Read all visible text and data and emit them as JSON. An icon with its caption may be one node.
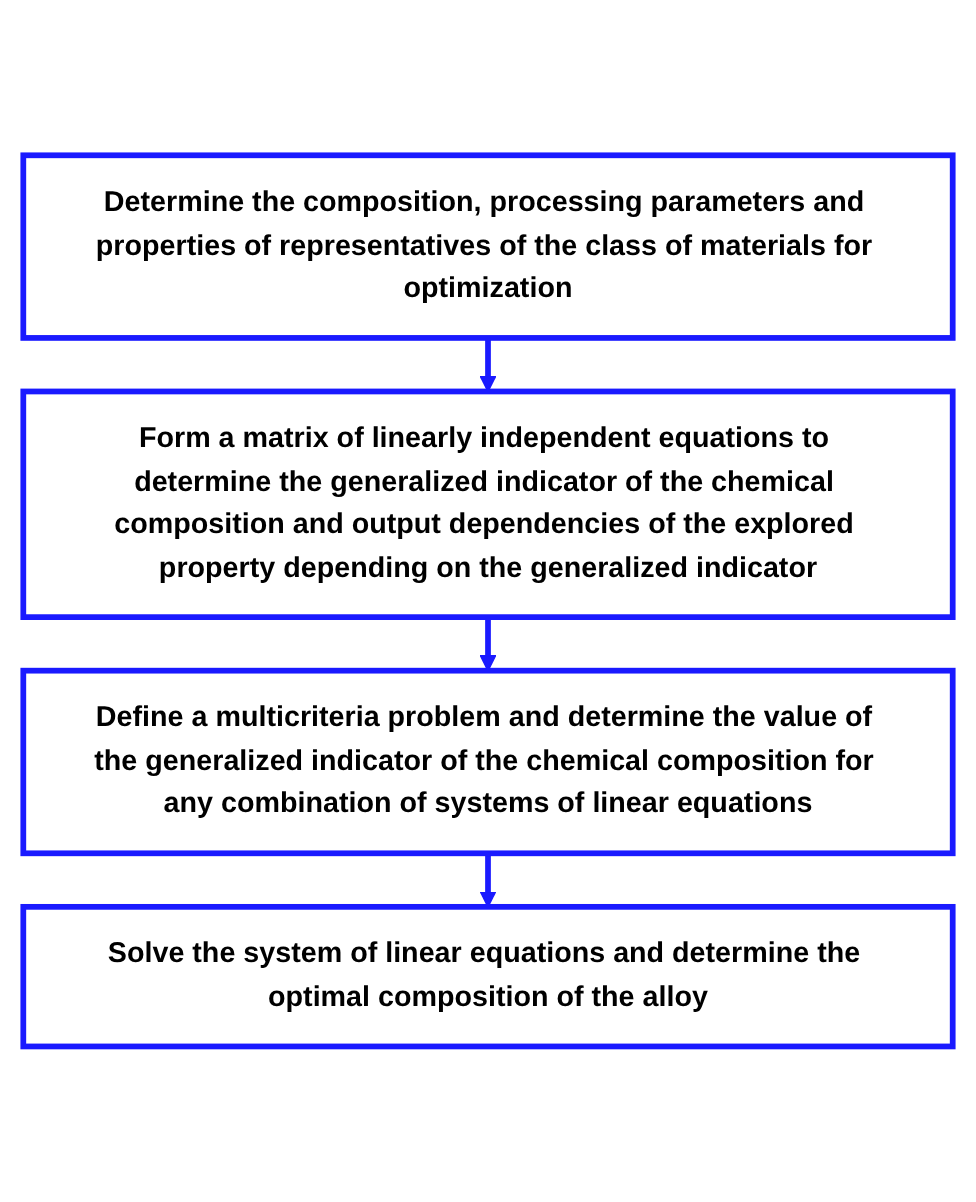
{
  "diagram": {
    "nodes": [
      {
        "text": [
          "Determine the composition, processing parameters and properties of representatives of the class of materials for optimization"
        ]
      },
      {
        "text": [
          "Form a matrix of linearly independent equations to determine the generalized indicator of the chemical composition and output dependencies of the explored property depending on the generalized indicator"
        ]
      },
      {
        "text": [
          "Define a multicriteria problem and determine the value of the generalized indicator of the chemical composition for any combination of systems of linear equations"
        ]
      },
      {
        "text": [
          "Solve the system of linear equations and determine the optimal composition of the alloy"
        ]
      }
    ],
    "edges": [
      {
        "from": 0,
        "to": 1,
        "arrow": "to"
      },
      {
        "from": 1,
        "to": 2,
        "arrow": "to"
      },
      {
        "from": 2,
        "to": 3,
        "arrow": "to"
      }
    ]
  }
}
